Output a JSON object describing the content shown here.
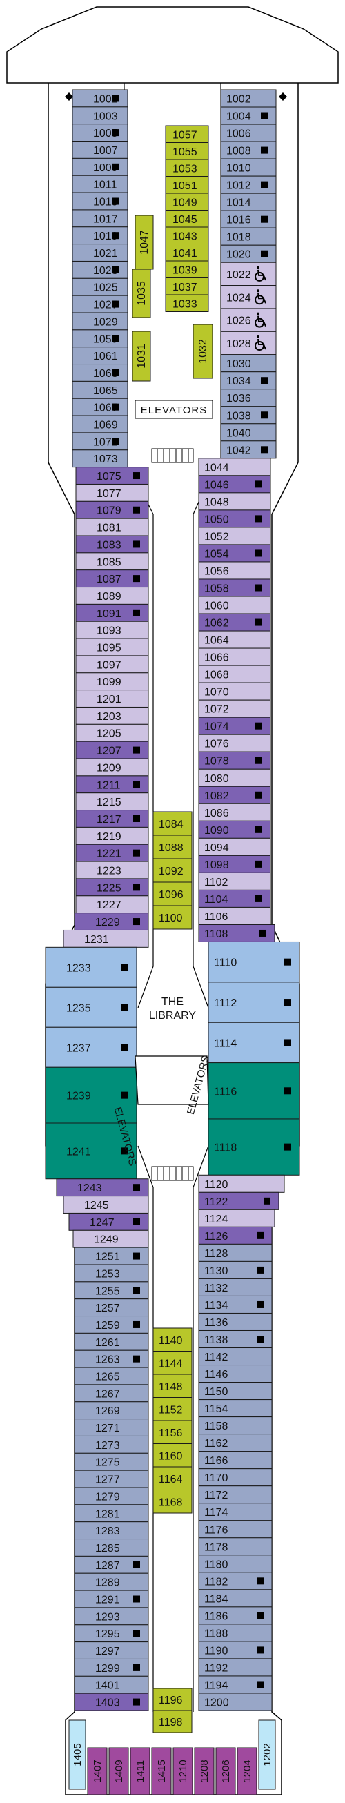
{
  "colors": {
    "blue_gray": "#98a6c7",
    "light_lavender": "#cdc2e2",
    "light_purple": "#b09dd2",
    "dark_purple": "#7d62b3",
    "light_blue": "#9dbfe6",
    "teal": "#008f7a",
    "magenta": "#a04a9e",
    "cyan": "#bde7f8",
    "olive": "#b8c72a",
    "white": "#ffffff"
  },
  "legend_marks": {
    "square_icon": "square-marker-icon",
    "accessible_icon": "wheelchair-icon",
    "diamond_icon": "diamond-marker-icon"
  },
  "labels": {
    "elevators_fwd": "ELEVATORS",
    "library": "THE LIBRARY",
    "elevators_mid_left": "ELEVATORS",
    "elevators_mid_right": "ELEVATORS"
  },
  "left_column": [
    {
      "n": "1001",
      "m": true,
      "c": "blue_gray"
    },
    {
      "n": "1003",
      "m": false,
      "c": "blue_gray"
    },
    {
      "n": "1005",
      "m": true,
      "c": "blue_gray"
    },
    {
      "n": "1007",
      "m": false,
      "c": "blue_gray"
    },
    {
      "n": "1009",
      "m": true,
      "c": "blue_gray"
    },
    {
      "n": "1011",
      "m": false,
      "c": "blue_gray"
    },
    {
      "n": "1015",
      "m": true,
      "c": "blue_gray"
    },
    {
      "n": "1017",
      "m": false,
      "c": "blue_gray"
    },
    {
      "n": "1019",
      "m": true,
      "c": "blue_gray"
    },
    {
      "n": "1021",
      "m": false,
      "c": "blue_gray"
    },
    {
      "n": "1023",
      "m": true,
      "c": "blue_gray"
    },
    {
      "n": "1025",
      "m": false,
      "c": "blue_gray"
    },
    {
      "n": "1027",
      "m": true,
      "c": "blue_gray"
    },
    {
      "n": "1029",
      "m": false,
      "c": "blue_gray"
    },
    {
      "n": "1059",
      "m": true,
      "c": "blue_gray"
    },
    {
      "n": "1061",
      "m": false,
      "c": "blue_gray"
    },
    {
      "n": "1063",
      "m": true,
      "c": "blue_gray"
    },
    {
      "n": "1065",
      "m": false,
      "c": "blue_gray"
    },
    {
      "n": "1067",
      "m": true,
      "c": "blue_gray"
    },
    {
      "n": "1069",
      "m": false,
      "c": "blue_gray"
    },
    {
      "n": "1071",
      "m": true,
      "c": "blue_gray"
    },
    {
      "n": "1073",
      "m": false,
      "c": "blue_gray"
    },
    {
      "n": "1075",
      "m": true,
      "c": "dark_purple"
    },
    {
      "n": "1077",
      "m": false,
      "c": "light_lavender"
    },
    {
      "n": "1079",
      "m": true,
      "c": "dark_purple"
    },
    {
      "n": "1081",
      "m": false,
      "c": "light_lavender"
    },
    {
      "n": "1083",
      "m": true,
      "c": "dark_purple"
    },
    {
      "n": "1085",
      "m": false,
      "c": "light_lavender"
    },
    {
      "n": "1087",
      "m": true,
      "c": "dark_purple"
    },
    {
      "n": "1089",
      "m": false,
      "c": "light_lavender"
    },
    {
      "n": "1091",
      "m": true,
      "c": "dark_purple"
    },
    {
      "n": "1093",
      "m": false,
      "c": "light_lavender"
    },
    {
      "n": "1095",
      "m": false,
      "c": "light_lavender"
    },
    {
      "n": "1097",
      "m": false,
      "c": "light_lavender"
    },
    {
      "n": "1099",
      "m": false,
      "c": "light_lavender"
    },
    {
      "n": "1201",
      "m": false,
      "c": "light_lavender"
    },
    {
      "n": "1203",
      "m": false,
      "c": "light_lavender"
    },
    {
      "n": "1205",
      "m": false,
      "c": "light_lavender"
    },
    {
      "n": "1207",
      "m": true,
      "c": "dark_purple"
    },
    {
      "n": "1209",
      "m": false,
      "c": "light_lavender"
    },
    {
      "n": "1211",
      "m": true,
      "c": "dark_purple"
    },
    {
      "n": "1215",
      "m": false,
      "c": "light_lavender"
    },
    {
      "n": "1217",
      "m": true,
      "c": "dark_purple"
    },
    {
      "n": "1219",
      "m": false,
      "c": "light_lavender"
    },
    {
      "n": "1221",
      "m": true,
      "c": "dark_purple"
    },
    {
      "n": "1223",
      "m": false,
      "c": "light_lavender"
    },
    {
      "n": "1225",
      "m": true,
      "c": "dark_purple"
    },
    {
      "n": "1227",
      "m": false,
      "c": "light_lavender"
    },
    {
      "n": "1229",
      "m": true,
      "c": "dark_purple"
    },
    {
      "n": "1231",
      "m": false,
      "c": "light_lavender"
    },
    {
      "n": "1233",
      "m": true,
      "c": "light_blue"
    },
    {
      "n": "1235",
      "m": true,
      "c": "light_blue"
    },
    {
      "n": "1237",
      "m": true,
      "c": "light_blue"
    },
    {
      "n": "1239",
      "m": true,
      "c": "teal"
    },
    {
      "n": "1241",
      "m": true,
      "c": "teal"
    },
    {
      "n": "1243",
      "m": true,
      "c": "dark_purple"
    },
    {
      "n": "1245",
      "m": false,
      "c": "light_lavender"
    },
    {
      "n": "1247",
      "m": true,
      "c": "dark_purple"
    },
    {
      "n": "1249",
      "m": false,
      "c": "light_lavender"
    },
    {
      "n": "1251",
      "m": true,
      "c": "blue_gray"
    },
    {
      "n": "1253",
      "m": false,
      "c": "blue_gray"
    },
    {
      "n": "1255",
      "m": true,
      "c": "blue_gray"
    },
    {
      "n": "1257",
      "m": false,
      "c": "blue_gray"
    },
    {
      "n": "1259",
      "m": true,
      "c": "blue_gray"
    },
    {
      "n": "1261",
      "m": false,
      "c": "blue_gray"
    },
    {
      "n": "1263",
      "m": true,
      "c": "blue_gray"
    },
    {
      "n": "1265",
      "m": false,
      "c": "blue_gray"
    },
    {
      "n": "1267",
      "m": false,
      "c": "blue_gray"
    },
    {
      "n": "1269",
      "m": false,
      "c": "blue_gray"
    },
    {
      "n": "1271",
      "m": false,
      "c": "blue_gray"
    },
    {
      "n": "1273",
      "m": false,
      "c": "blue_gray"
    },
    {
      "n": "1275",
      "m": false,
      "c": "blue_gray"
    },
    {
      "n": "1277",
      "m": false,
      "c": "blue_gray"
    },
    {
      "n": "1279",
      "m": false,
      "c": "blue_gray"
    },
    {
      "n": "1281",
      "m": false,
      "c": "blue_gray"
    },
    {
      "n": "1283",
      "m": false,
      "c": "blue_gray"
    },
    {
      "n": "1285",
      "m": false,
      "c": "blue_gray"
    },
    {
      "n": "1287",
      "m": true,
      "c": "blue_gray"
    },
    {
      "n": "1289",
      "m": false,
      "c": "blue_gray"
    },
    {
      "n": "1291",
      "m": true,
      "c": "blue_gray"
    },
    {
      "n": "1293",
      "m": false,
      "c": "blue_gray"
    },
    {
      "n": "1295",
      "m": true,
      "c": "blue_gray"
    },
    {
      "n": "1297",
      "m": false,
      "c": "blue_gray"
    },
    {
      "n": "1299",
      "m": true,
      "c": "blue_gray"
    },
    {
      "n": "1401",
      "m": false,
      "c": "blue_gray"
    },
    {
      "n": "1403",
      "m": true,
      "c": "dark_purple"
    }
  ],
  "right_column": [
    {
      "n": "1002",
      "m": false,
      "c": "blue_gray"
    },
    {
      "n": "1004",
      "m": true,
      "c": "blue_gray"
    },
    {
      "n": "1006",
      "m": false,
      "c": "blue_gray"
    },
    {
      "n": "1008",
      "m": true,
      "c": "blue_gray"
    },
    {
      "n": "1010",
      "m": false,
      "c": "blue_gray"
    },
    {
      "n": "1012",
      "m": true,
      "c": "blue_gray"
    },
    {
      "n": "1014",
      "m": false,
      "c": "blue_gray"
    },
    {
      "n": "1016",
      "m": true,
      "c": "blue_gray"
    },
    {
      "n": "1018",
      "m": false,
      "c": "blue_gray"
    },
    {
      "n": "1020",
      "m": true,
      "c": "blue_gray"
    },
    {
      "n": "1022",
      "m": false,
      "c": "light_lavender",
      "a": true
    },
    {
      "n": "1024",
      "m": false,
      "c": "light_lavender",
      "a": true
    },
    {
      "n": "1026",
      "m": false,
      "c": "light_lavender",
      "a": true
    },
    {
      "n": "1028",
      "m": false,
      "c": "light_lavender",
      "a": true
    },
    {
      "n": "1030",
      "m": false,
      "c": "blue_gray"
    },
    {
      "n": "1034",
      "m": true,
      "c": "blue_gray"
    },
    {
      "n": "1036",
      "m": false,
      "c": "blue_gray"
    },
    {
      "n": "1038",
      "m": true,
      "c": "blue_gray"
    },
    {
      "n": "1040",
      "m": false,
      "c": "blue_gray"
    },
    {
      "n": "1042",
      "m": true,
      "c": "blue_gray"
    },
    {
      "n": "1044",
      "m": false,
      "c": "light_lavender"
    },
    {
      "n": "1046",
      "m": true,
      "c": "dark_purple"
    },
    {
      "n": "1048",
      "m": false,
      "c": "light_lavender"
    },
    {
      "n": "1050",
      "m": true,
      "c": "dark_purple"
    },
    {
      "n": "1052",
      "m": false,
      "c": "light_lavender"
    },
    {
      "n": "1054",
      "m": true,
      "c": "dark_purple"
    },
    {
      "n": "1056",
      "m": false,
      "c": "light_lavender"
    },
    {
      "n": "1058",
      "m": true,
      "c": "dark_purple"
    },
    {
      "n": "1060",
      "m": false,
      "c": "light_lavender"
    },
    {
      "n": "1062",
      "m": true,
      "c": "dark_purple"
    },
    {
      "n": "1064",
      "m": false,
      "c": "light_lavender"
    },
    {
      "n": "1066",
      "m": false,
      "c": "light_lavender"
    },
    {
      "n": "1068",
      "m": false,
      "c": "light_lavender"
    },
    {
      "n": "1070",
      "m": false,
      "c": "light_lavender"
    },
    {
      "n": "1072",
      "m": false,
      "c": "light_lavender"
    },
    {
      "n": "1074",
      "m": true,
      "c": "dark_purple"
    },
    {
      "n": "1076",
      "m": false,
      "c": "light_lavender"
    },
    {
      "n": "1078",
      "m": true,
      "c": "dark_purple"
    },
    {
      "n": "1080",
      "m": false,
      "c": "light_lavender"
    },
    {
      "n": "1082",
      "m": true,
      "c": "dark_purple"
    },
    {
      "n": "1086",
      "m": false,
      "c": "light_lavender"
    },
    {
      "n": "1090",
      "m": true,
      "c": "dark_purple"
    },
    {
      "n": "1094",
      "m": false,
      "c": "light_lavender"
    },
    {
      "n": "1098",
      "m": true,
      "c": "dark_purple"
    },
    {
      "n": "1102",
      "m": false,
      "c": "light_lavender"
    },
    {
      "n": "1104",
      "m": true,
      "c": "dark_purple"
    },
    {
      "n": "1106",
      "m": false,
      "c": "light_lavender"
    },
    {
      "n": "1108",
      "m": true,
      "c": "dark_purple"
    },
    {
      "n": "1110",
      "m": true,
      "c": "light_blue"
    },
    {
      "n": "1112",
      "m": true,
      "c": "light_blue"
    },
    {
      "n": "1114",
      "m": true,
      "c": "light_blue"
    },
    {
      "n": "1116",
      "m": true,
      "c": "teal"
    },
    {
      "n": "1118",
      "m": true,
      "c": "teal"
    },
    {
      "n": "1120",
      "m": false,
      "c": "light_lavender"
    },
    {
      "n": "1122",
      "m": true,
      "c": "dark_purple"
    },
    {
      "n": "1124",
      "m": false,
      "c": "light_lavender"
    },
    {
      "n": "1126",
      "m": true,
      "c": "dark_purple"
    },
    {
      "n": "1128",
      "m": false,
      "c": "blue_gray"
    },
    {
      "n": "1130",
      "m": true,
      "c": "blue_gray"
    },
    {
      "n": "1132",
      "m": false,
      "c": "blue_gray"
    },
    {
      "n": "1134",
      "m": true,
      "c": "blue_gray"
    },
    {
      "n": "1136",
      "m": false,
      "c": "blue_gray"
    },
    {
      "n": "1138",
      "m": true,
      "c": "blue_gray"
    },
    {
      "n": "1142",
      "m": false,
      "c": "blue_gray"
    },
    {
      "n": "1146",
      "m": false,
      "c": "blue_gray"
    },
    {
      "n": "1150",
      "m": false,
      "c": "blue_gray"
    },
    {
      "n": "1154",
      "m": false,
      "c": "blue_gray"
    },
    {
      "n": "1158",
      "m": false,
      "c": "blue_gray"
    },
    {
      "n": "1162",
      "m": false,
      "c": "blue_gray"
    },
    {
      "n": "1166",
      "m": false,
      "c": "blue_gray"
    },
    {
      "n": "1170",
      "m": false,
      "c": "blue_gray"
    },
    {
      "n": "1172",
      "m": false,
      "c": "blue_gray"
    },
    {
      "n": "1174",
      "m": false,
      "c": "blue_gray"
    },
    {
      "n": "1176",
      "m": false,
      "c": "blue_gray"
    },
    {
      "n": "1178",
      "m": false,
      "c": "blue_gray"
    },
    {
      "n": "1180",
      "m": false,
      "c": "blue_gray"
    },
    {
      "n": "1182",
      "m": true,
      "c": "blue_gray"
    },
    {
      "n": "1184",
      "m": false,
      "c": "blue_gray"
    },
    {
      "n": "1186",
      "m": true,
      "c": "blue_gray"
    },
    {
      "n": "1188",
      "m": false,
      "c": "blue_gray"
    },
    {
      "n": "1190",
      "m": true,
      "c": "blue_gray"
    },
    {
      "n": "1192",
      "m": false,
      "c": "blue_gray"
    },
    {
      "n": "1194",
      "m": true,
      "c": "blue_gray"
    },
    {
      "n": "1200",
      "m": false,
      "c": "blue_gray"
    }
  ],
  "center_fwd_right": [
    "1057",
    "1055",
    "1053",
    "1051",
    "1049",
    "1045",
    "1043",
    "1041",
    "1039",
    "1037",
    "1033"
  ],
  "center_fwd_vertical": [
    "1047",
    "1035",
    "1031",
    "1032"
  ],
  "center_mid": [
    "1084",
    "1088",
    "1092",
    "1096",
    "1100"
  ],
  "center_aft": [
    "1140",
    "1144",
    "1148",
    "1152",
    "1156",
    "1160",
    "1164",
    "1168"
  ],
  "center_stern": [
    "1196",
    "1198"
  ],
  "stern_row": [
    {
      "n": "1405",
      "c": "cyan"
    },
    {
      "n": "1407",
      "c": "magenta"
    },
    {
      "n": "1409",
      "c": "magenta"
    },
    {
      "n": "1411",
      "c": "magenta"
    },
    {
      "n": "1415",
      "c": "magenta"
    },
    {
      "n": "1210",
      "c": "magenta"
    },
    {
      "n": "1208",
      "c": "magenta"
    },
    {
      "n": "1206",
      "c": "magenta"
    },
    {
      "n": "1204",
      "c": "magenta"
    },
    {
      "n": "1202",
      "c": "cyan"
    }
  ]
}
